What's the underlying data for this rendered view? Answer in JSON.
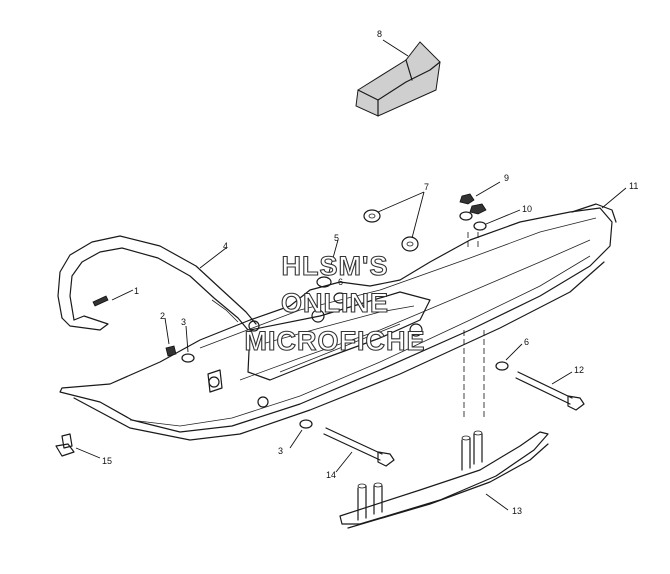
{
  "watermark": {
    "line1": "HLSM'S",
    "line2": "ONLINE",
    "line3": "MICROFICHE"
  },
  "callouts": {
    "c1": "1",
    "c2": "2",
    "c3a": "3",
    "c3b": "3",
    "c4": "4",
    "c5": "5",
    "c6a": "6",
    "c6b": "6",
    "c7": "7",
    "c8": "8",
    "c9": "9",
    "c10": "10",
    "c11": "11",
    "c12": "12",
    "c13": "13",
    "c14": "14",
    "c15": "15"
  },
  "colors": {
    "line": "#1a1a1a",
    "background": "#ffffff",
    "shade": "#cfcfcf"
  }
}
